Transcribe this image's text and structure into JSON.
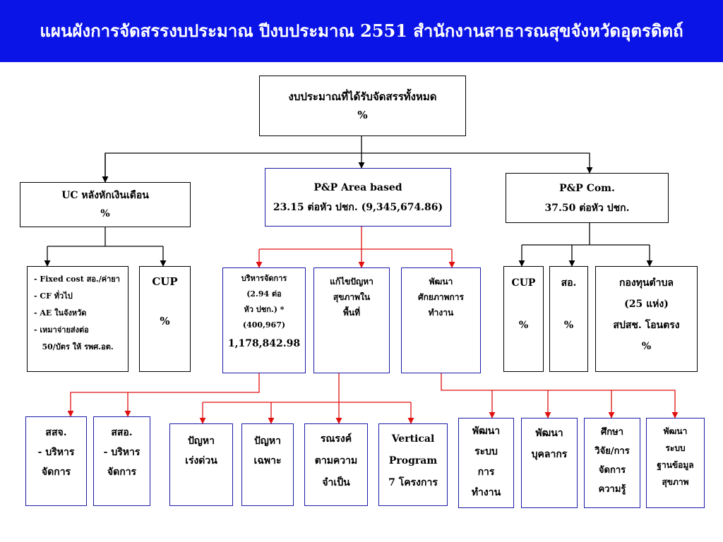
{
  "header": {
    "title": "แผนผังการจัดสรรงบประมาณ ปีงบประมาณ 2551  สำนักงานสาธารณสุขจังหวัดอุตรดิตถ์"
  },
  "colors": {
    "banner": "#0b14e6",
    "black_line": "#000000",
    "red_line": "#e01010",
    "blue_border": "#1a1aa8"
  },
  "diagram": {
    "root": {
      "line1": "งบประมาณที่ได้รับจัดสรรทั้งหมด",
      "line2": "%"
    },
    "uc": {
      "line1": "UC  หลังหักเงินเดือน",
      "line2": "%"
    },
    "pp_area": {
      "line1": "P&P  Area  based",
      "line2": "23.15 ต่อหัว ปชก. (9,345,674.86)"
    },
    "pp_com": {
      "line1": "P&P  Com.",
      "line2": "37.50  ต่อหัว ปชก."
    },
    "fixed_cost": {
      "lines": [
        "- Fixed cost สอ./ค่ายา",
        "- CF ทั่วไป",
        "- AE ในจังหวัด",
        "- เหมาจ่ายส่งต่อ",
        "   50/บัตร ให้ รพศ.อต."
      ]
    },
    "cup_uc": {
      "line1": "CUP",
      "line2": "%"
    },
    "admin": {
      "line1": "บริหารจัดการ",
      "line2": "(2.94 ต่อ",
      "line3": "หัว ปชก.) *",
      "line4": "(400,967)",
      "line5": "1,178,842.98"
    },
    "solve": {
      "line1": "แก้ไขปัญหา",
      "line2": "สุขภาพใน",
      "line3": "พื้นที่"
    },
    "develop": {
      "line1": "พัฒนา",
      "line2": "ศักยภาพการ",
      "line3": "ทำงาน"
    },
    "cup_com": {
      "line1": "CUP",
      "line2": "%"
    },
    "so": {
      "line1": "สอ.",
      "line2": "%"
    },
    "fund": {
      "line1": "กองทุนตำบล",
      "line2": "(25 แห่ง)",
      "line3": "สปสช. โอนตรง",
      "line4": "%"
    },
    "ssj": {
      "line1": "สสจ.",
      "line2": "- บริหาร",
      "line3": "จัดการ"
    },
    "sso": {
      "line1": "สสอ.",
      "line2": "- บริหาร",
      "line3": "จัดการ"
    },
    "urgent": {
      "line1": "ปัญหา",
      "line2": "เร่งด่วน"
    },
    "specific": {
      "line1": "ปัญหา",
      "line2": "เฉพาะ"
    },
    "campaign": {
      "line1": "รณรงค์",
      "line2": "ตามความ",
      "line3": "จำเป็น"
    },
    "vertical": {
      "line1": "Vertical",
      "line2": "Program",
      "line3": "7 โครงการ"
    },
    "dev_system": {
      "line1": "พัฒนา",
      "line2": "ระบบ",
      "line3": "การ",
      "line4": "ทำงาน"
    },
    "dev_staff": {
      "line1": "พัฒนา",
      "line2": "บุคลากร"
    },
    "research": {
      "line1": "ศึกษา",
      "line2": "วิจัย/การ",
      "line3": "จัดการ",
      "line4": "ความรู้"
    },
    "dev_database": {
      "line1": "พัฒนา",
      "line2": "ระบบ",
      "line3": "ฐานข้อมูล",
      "line4": "สุขภาพ"
    }
  }
}
